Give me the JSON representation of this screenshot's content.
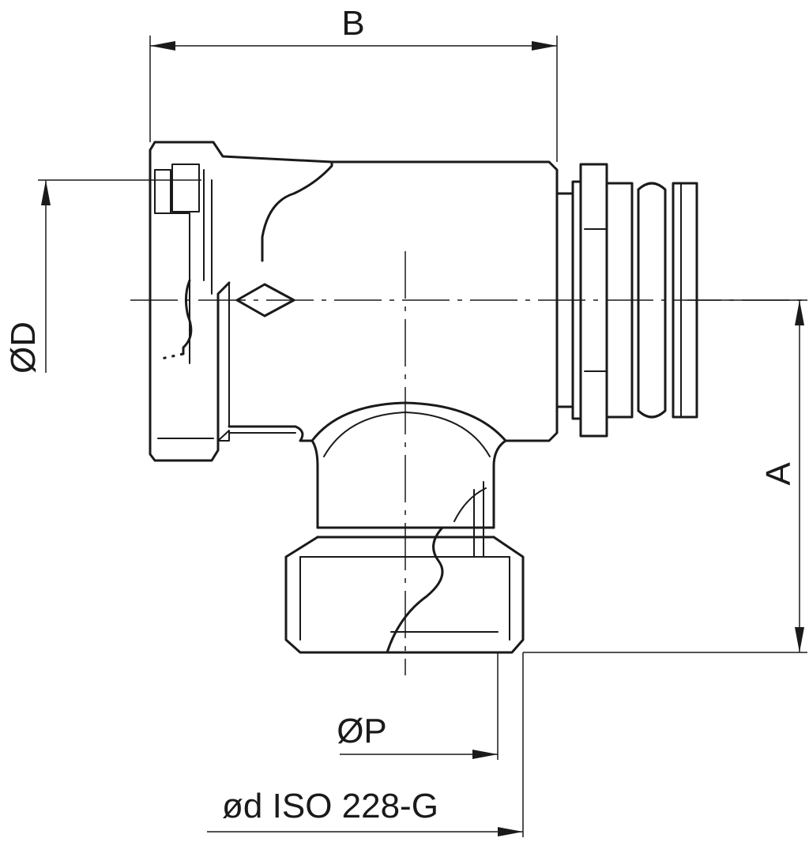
{
  "labels": {
    "width": "B",
    "height": "A",
    "diameter_major": "ØD",
    "diameter_port": "ØP",
    "thread": "ød ISO 228-G"
  },
  "colors": {
    "line": "#1a1a1a",
    "background": "#ffffff"
  }
}
